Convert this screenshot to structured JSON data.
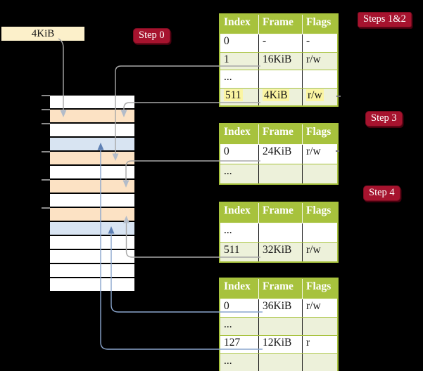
{
  "colors": {
    "background": "#000000",
    "table_green": "#a7c23d",
    "row_green": "#edf1da",
    "row_orange": "#fce2c4",
    "row_blue": "#d8e4f2",
    "frame_box_cream": "#fcf0ca",
    "badge_red": "#a6132e",
    "badge_red_dark": "#7c0d21",
    "highlight_yellow": "#fbf5a2",
    "gray_line": "#a8a8a8",
    "gray_arrowhead": "#b3bcc9",
    "blue_line": "#8aa6ce",
    "blue_arrowhead": "#5e80b4"
  },
  "frame_box": {
    "label": "4KiB"
  },
  "badges": {
    "step0": "Step 0",
    "steps12": "Steps 1&2",
    "step3": "Step 3",
    "step4": "Step 4"
  },
  "tables": [
    {
      "name": "page-table-1",
      "headers": [
        "Index",
        "Frame",
        "Flags"
      ],
      "rows": [
        {
          "cells": [
            "0",
            "-",
            "-"
          ],
          "shaded": false,
          "highlight": false
        },
        {
          "cells": [
            "1",
            "16KiB",
            "r/w"
          ],
          "shaded": true,
          "highlight": false
        },
        {
          "cells": [
            "...",
            "",
            ""
          ],
          "shaded": false,
          "highlight": false
        },
        {
          "cells": [
            "511",
            "4KiB",
            "r/w"
          ],
          "shaded": true,
          "highlight": true
        }
      ]
    },
    {
      "name": "page-table-2",
      "headers": [
        "Index",
        "Frame",
        "Flags"
      ],
      "rows": [
        {
          "cells": [
            "0",
            "24KiB",
            "r/w"
          ],
          "shaded": false,
          "highlight": false
        },
        {
          "cells": [
            "...",
            "",
            ""
          ],
          "shaded": true,
          "highlight": false
        }
      ]
    },
    {
      "name": "page-table-3",
      "headers": [
        "Index",
        "Frame",
        "Flags"
      ],
      "rows": [
        {
          "cells": [
            "...",
            "",
            ""
          ],
          "shaded": false,
          "highlight": false
        },
        {
          "cells": [
            "511",
            "32KiB",
            "r/w"
          ],
          "shaded": true,
          "highlight": false
        }
      ]
    },
    {
      "name": "page-table-4",
      "headers": [
        "Index",
        "Frame",
        "Flags"
      ],
      "rows": [
        {
          "cells": [
            "0",
            "36KiB",
            "r/w"
          ],
          "shaded": false,
          "highlight": false
        },
        {
          "cells": [
            "...",
            "",
            ""
          ],
          "shaded": true,
          "highlight": false
        },
        {
          "cells": [
            "127",
            "12KiB",
            "r"
          ],
          "shaded": false,
          "highlight": false
        },
        {
          "cells": [
            "...",
            "",
            ""
          ],
          "shaded": true,
          "highlight": false
        }
      ]
    }
  ],
  "memory": {
    "rows": [
      "white",
      "orange",
      "white",
      "blue",
      "orange",
      "white",
      "orange",
      "white",
      "orange",
      "blue",
      "white",
      "white",
      "white",
      "white"
    ]
  }
}
